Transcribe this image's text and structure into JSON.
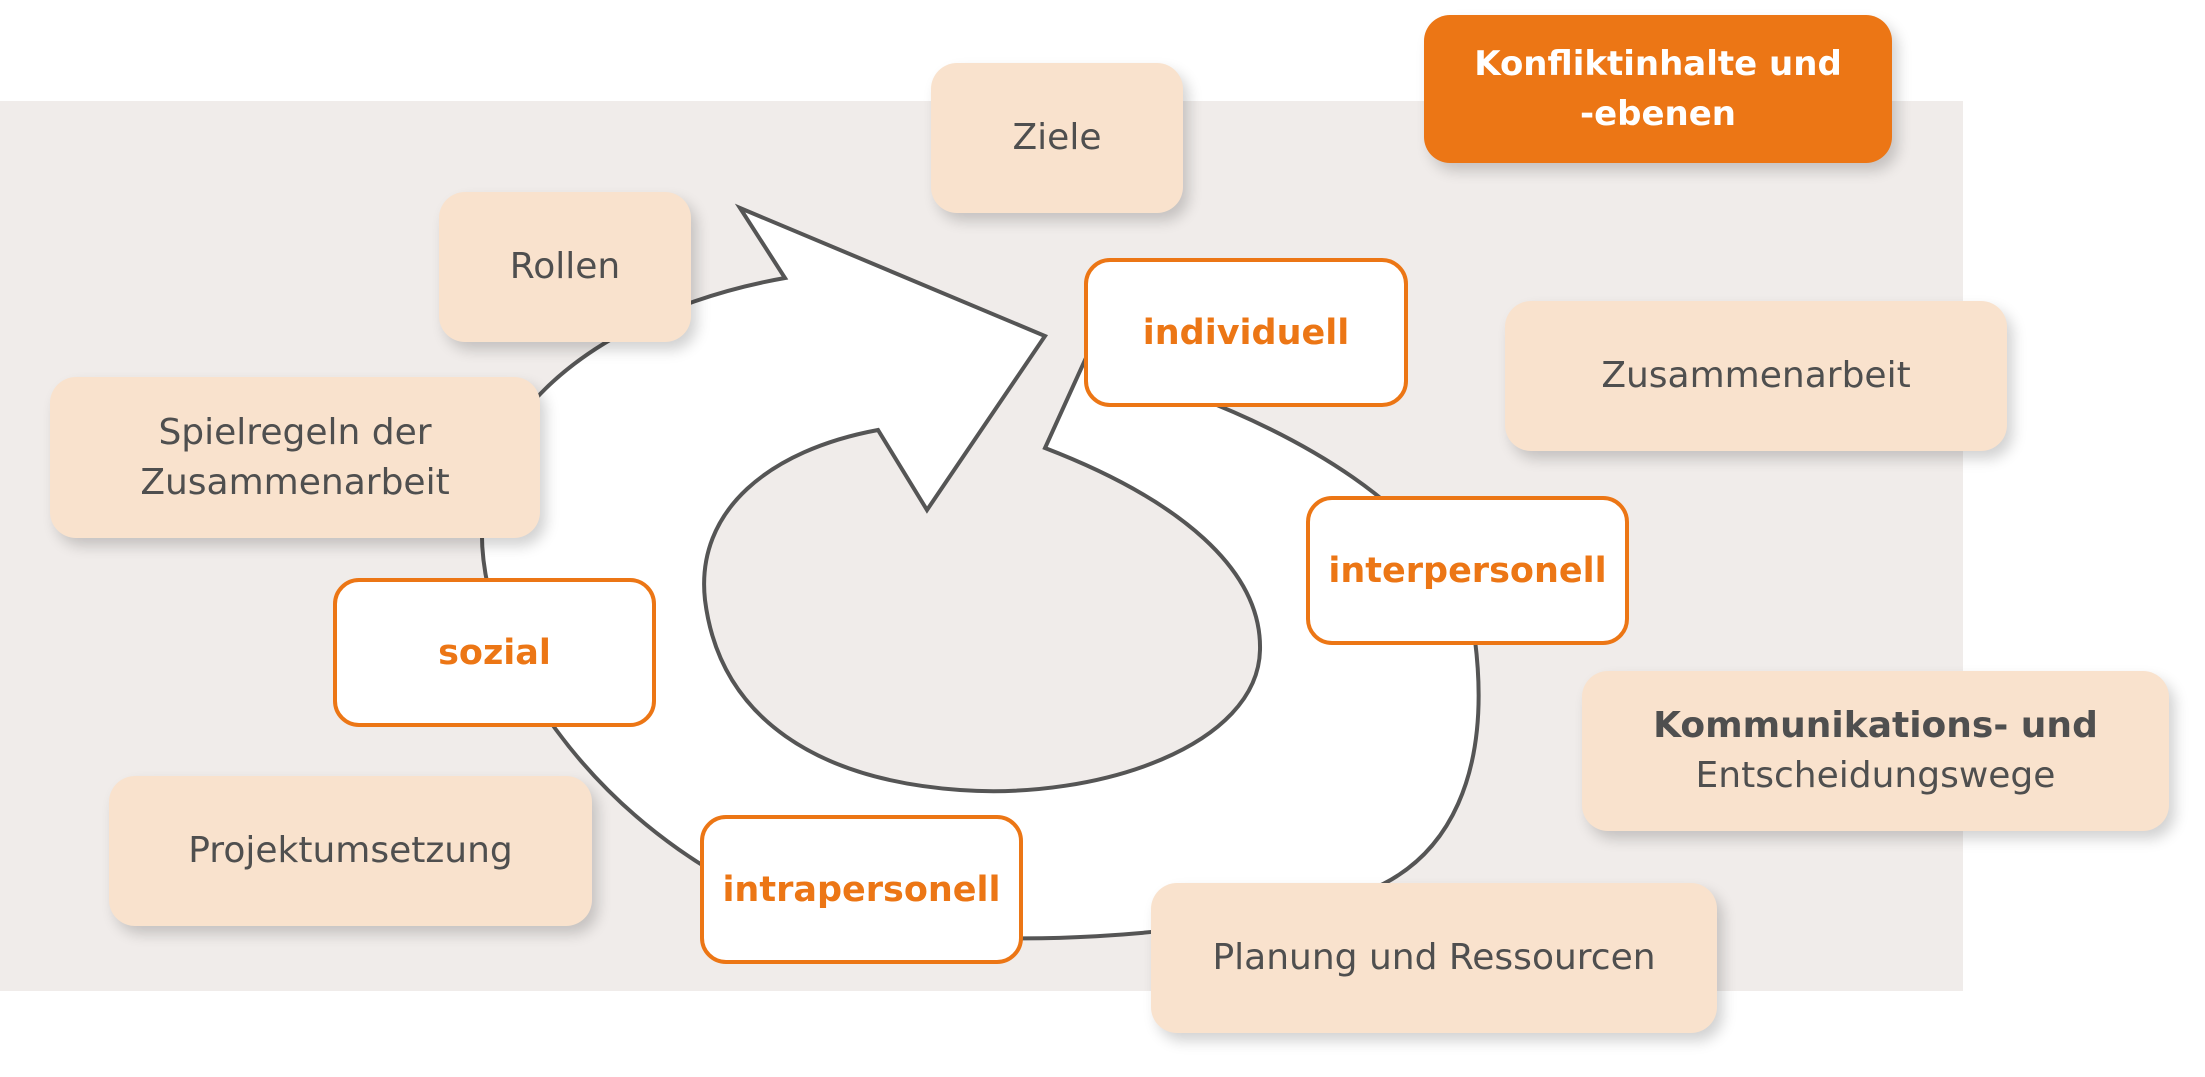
{
  "title": [
    "Konfliktinhalte und",
    "-ebenen"
  ],
  "levels": {
    "individuell": "individuell",
    "interpersonell": "interpersonell",
    "intrapersonell": "intrapersonell",
    "sozial": "sozial"
  },
  "topics": {
    "ziele": "Ziele",
    "rollen": "Rollen",
    "spielregeln": [
      "Spielregeln der",
      "Zusammenarbeit"
    ],
    "zusammenarbeit": "Zusammenarbeit",
    "kommunikation": [
      "Kommunikations- und",
      "Entscheidungswege"
    ],
    "projektumsetzung": "Projektumsetzung",
    "planung": "Planung und Ressourcen"
  },
  "colors": {
    "accent": "#ec7615",
    "topic_fill": "#f9e2cd",
    "background_panel": "#f0ecea",
    "text": "#4f4f4f"
  }
}
